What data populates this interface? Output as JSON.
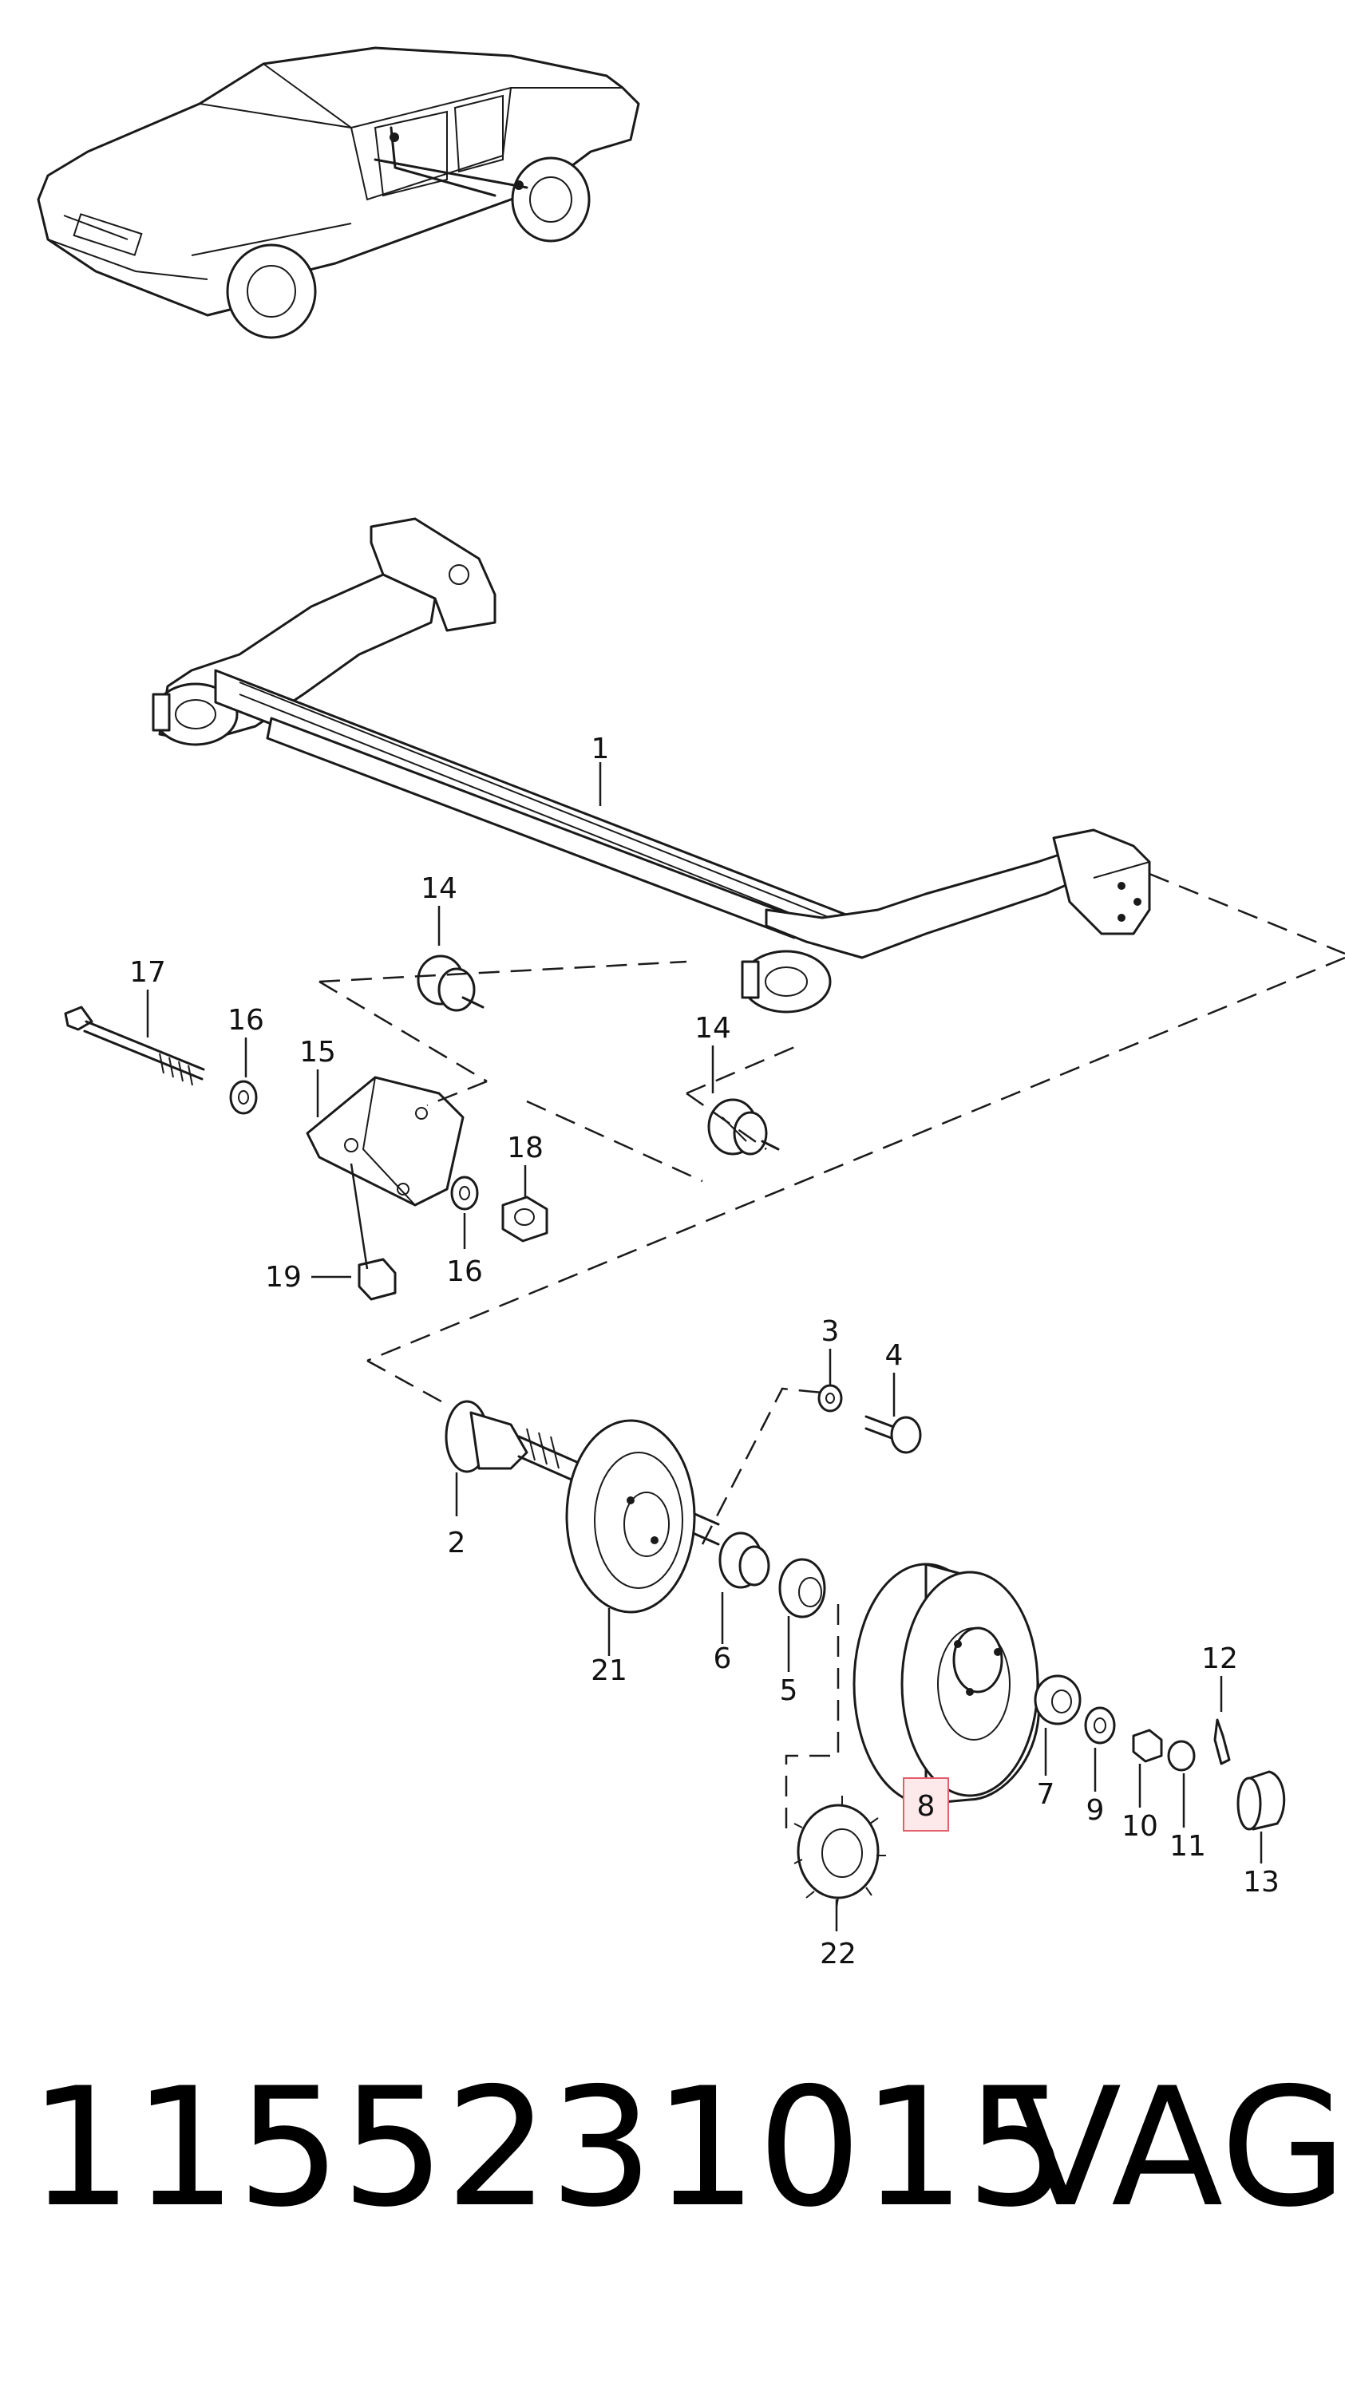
{
  "diagram": {
    "callouts": [
      {
        "id": "1",
        "text": "1"
      },
      {
        "id": "2",
        "text": "2"
      },
      {
        "id": "3",
        "text": "3"
      },
      {
        "id": "4",
        "text": "4"
      },
      {
        "id": "5",
        "text": "5"
      },
      {
        "id": "6",
        "text": "6"
      },
      {
        "id": "7",
        "text": "7"
      },
      {
        "id": "8",
        "text": "8",
        "highlighted": true
      },
      {
        "id": "9",
        "text": "9"
      },
      {
        "id": "10",
        "text": "10"
      },
      {
        "id": "11",
        "text": "11"
      },
      {
        "id": "12",
        "text": "12"
      },
      {
        "id": "13",
        "text": "13"
      },
      {
        "id": "14a",
        "text": "14"
      },
      {
        "id": "14b",
        "text": "14"
      },
      {
        "id": "15",
        "text": "15"
      },
      {
        "id": "16a",
        "text": "16"
      },
      {
        "id": "16b",
        "text": "16"
      },
      {
        "id": "17",
        "text": "17"
      },
      {
        "id": "18",
        "text": "18"
      },
      {
        "id": "19",
        "text": "19"
      },
      {
        "id": "21",
        "text": "21"
      },
      {
        "id": "22",
        "text": "22"
      }
    ],
    "highlight_color": "#e35d6a",
    "highlight_fill": "#fde8ea"
  },
  "footer": {
    "part_number": "1155231015",
    "brand": "VAG"
  }
}
